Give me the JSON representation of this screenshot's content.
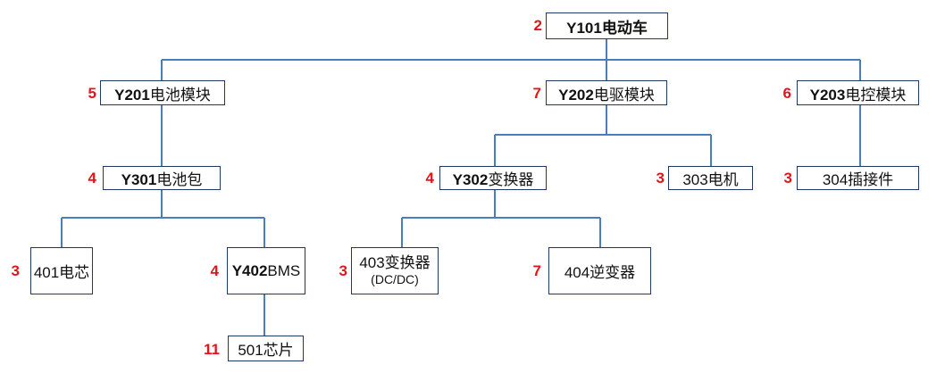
{
  "nodes": {
    "y101": {
      "code": "Y101",
      "name": "电动车",
      "count": "2"
    },
    "y201": {
      "code": "Y201",
      "name": "电池模块",
      "count": "5"
    },
    "y202": {
      "code": "Y202",
      "name": "电驱模块",
      "count": "7"
    },
    "y203": {
      "code": "Y203",
      "name": "电控模块",
      "count": "6"
    },
    "y301": {
      "code": "Y301",
      "name": "电池包",
      "count": "4"
    },
    "y302": {
      "code": "Y302",
      "name": "变换器",
      "count": "4"
    },
    "n303": {
      "label": "303电机",
      "count": "3"
    },
    "n304": {
      "label": "304插接件",
      "count": "3"
    },
    "n401": {
      "label": "401电芯",
      "count": "3"
    },
    "y402": {
      "code": "Y402",
      "name": "BMS",
      "count": "4"
    },
    "n403": {
      "label": "403变换器",
      "sublabel": "(DC/DC)",
      "count": "3"
    },
    "n404": {
      "label": "404逆变器",
      "count": "7"
    },
    "n501": {
      "label": "501芯片",
      "count": "11"
    }
  },
  "colors": {
    "connector": "#4a7ebb",
    "border": "#1f3864",
    "count": "#e3151b"
  }
}
